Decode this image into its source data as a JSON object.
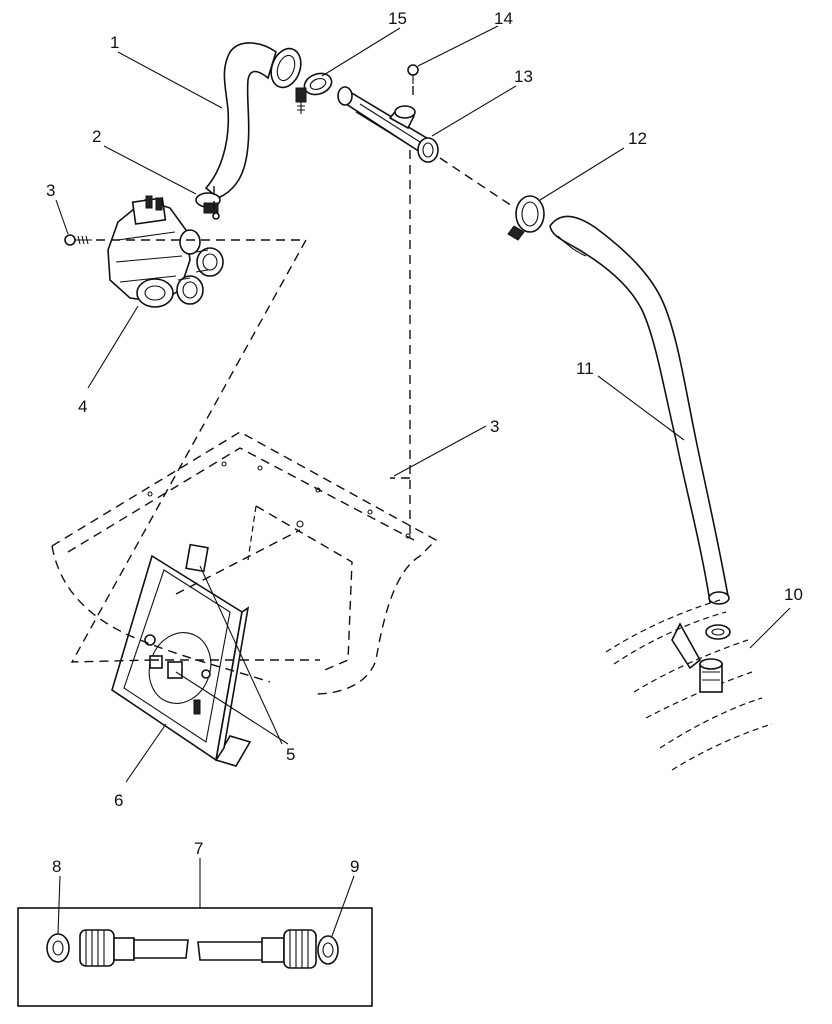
{
  "diagram": {
    "type": "exploded-parts-diagram",
    "callouts": [
      {
        "id": "c1",
        "label": "1"
      },
      {
        "id": "c2",
        "label": "2"
      },
      {
        "id": "c3a",
        "label": "3"
      },
      {
        "id": "c3b",
        "label": "3"
      },
      {
        "id": "c4",
        "label": "4"
      },
      {
        "id": "c5",
        "label": "5"
      },
      {
        "id": "c6",
        "label": "6"
      },
      {
        "id": "c7",
        "label": "7"
      },
      {
        "id": "c8",
        "label": "8"
      },
      {
        "id": "c9",
        "label": "9"
      },
      {
        "id": "c10",
        "label": "10"
      },
      {
        "id": "c11",
        "label": "11"
      },
      {
        "id": "c12",
        "label": "12"
      },
      {
        "id": "c13",
        "label": "13"
      },
      {
        "id": "c14",
        "label": "14"
      },
      {
        "id": "c15",
        "label": "15"
      }
    ]
  }
}
